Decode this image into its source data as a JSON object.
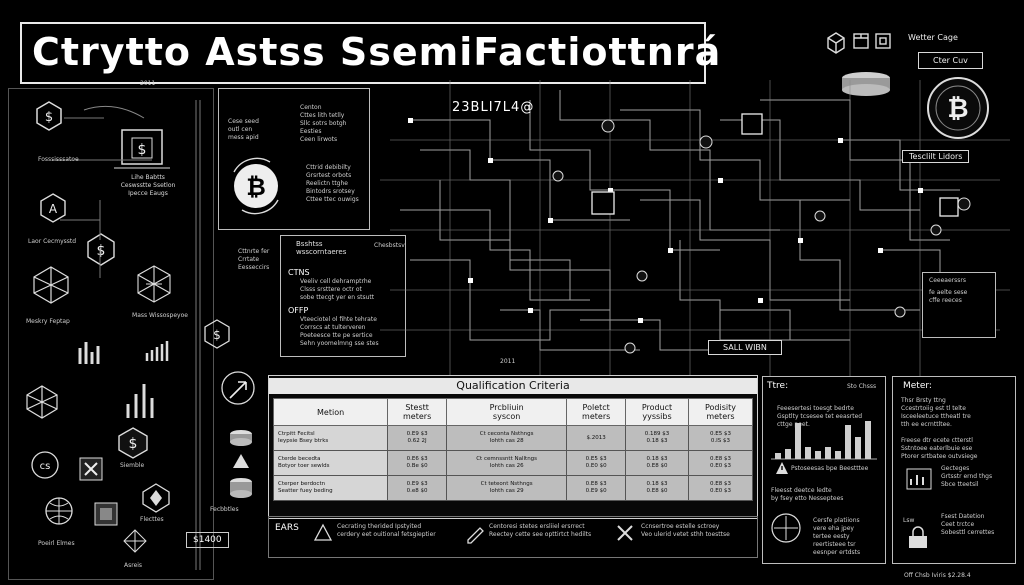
{
  "title": "Ctrytto Astss SsemiFactiottnrá",
  "top_right": {
    "label1": "Wetter Cage",
    "label2": "Cter Cuv"
  },
  "small_year": "2011",
  "center_year": "2011",
  "hash_label": "23BLI7L4@",
  "left_column": {
    "intro_label": "Fosssisssatoe",
    "box_text": [
      "Lihe Babtts",
      "Ceswsstte Ssetlon",
      "Ipecce Eaugs"
    ],
    "a_label": "Laor Cecmysstd",
    "money_label": "Meskry Feptap",
    "wasser_label": "Mass Wissospeyoe",
    "semble_label": "Siemble",
    "flacte_label": "Flecttes",
    "poeiri_label": "Poeirl Elmes",
    "asreis_label": "Asreis"
  },
  "info_box1": [
    "Centon",
    "Cttes lith tetlly",
    "Sllc sotrs botgh",
    "Eesties",
    "Ceen lirwots"
  ],
  "info_box1_left": [
    "Cese seed",
    "outl cen",
    "mess apid"
  ],
  "info_box2": [
    "Cttrid debibilty",
    "Grsrtest orbots",
    "Reelictn ttghe",
    "Bintodrs srotsey",
    "Cttee ttec ouwigs"
  ],
  "side_text": [
    "Cttnrte fer",
    "Crrtate",
    "Eesseccirs"
  ],
  "ctns_box": {
    "head": [
      "Bsshtss",
      "wsscorntaeres"
    ],
    "tag": "Chesbstsv",
    "ctns_title": "CTNS",
    "ctns_lines": [
      "Veeliv cell dehramptrhe",
      "Clsss srsttere octr ot",
      "sobe ttecgt yer en stsutt"
    ],
    "offp_title": "OFFP",
    "offp_lines": [
      "Vteeciotel ol fihte tehrate",
      "Corrscs at tulterveren",
      "Poeteesce tte pe sertice",
      "Sehn yoomelmng sse stes"
    ]
  },
  "circuit_labels": [
    "Tesclilt Lidors",
    "SALL WIBN"
  ],
  "criteria": {
    "title": "Qualification Criteria",
    "headers": [
      "Metion",
      "Stestt\nmeters",
      "Prcbliuin\nsyscon",
      "Poletct\nmeters",
      "Product\nyyssibs",
      "Podisity\nmeters"
    ],
    "rows": [
      [
        "Ctrpitt Fecitsl\nIeypsie Bsey btrks",
        "0.E9 $3\n0.62 2J",
        "Ct ceconta Nsthngs\nIohth cas 28",
        "$.2013",
        "0.189 $3\n0.18 $3",
        "0.E5 $3\n0.IS $3"
      ],
      [
        "Cterde becedta\nBotyor toer sewlds",
        "0.E6 $3\n0.Be $0",
        "Ct cemnssntt Nalltngs\nIohth cas 26",
        "0.E5 $3\n0.E0 $0",
        "0.18 $3\n0.E8 $0",
        "0.E8 $3\n0.E0 $3"
      ],
      [
        "Cterper berdoctn\nSeatter fuey beding",
        "0.E9 $3\n0.e8 $0",
        "Ct teteont Nsthngs\nIohth cas 29",
        "0.E8 $3\n0.E9 $0",
        "0.18 $3\n0.E8 $0",
        "0.E8 $3\n0.E0 $3"
      ]
    ]
  },
  "bottom_row": {
    "ears": "EARS",
    "items": [
      [
        "Cecrating therided Ipstyited",
        "cerdery eet ouitional fetsgieptier"
      ],
      [
        "Centoresi stetes ersliiel ersrrect",
        "Reectey cette see opttirtct hedilts"
      ],
      [
        "Ccnsertroe estelle sctroey",
        "Veo ulerid vetet sthh toesttse"
      ]
    ]
  },
  "bottom_left_value": "$1400",
  "trends_panel": {
    "title": "Ttre:",
    "tag": "Sto Chsss",
    "note": [
      "Feeesertesi toesgt bedrte",
      "Gsptlty tcsesee tet eeasrted",
      "cttge peet."
    ],
    "warn": "Pstoseesas bpe Beestttee",
    "foot": [
      "Fleesst deetce ledte",
      "by fsey etto Nesseptees"
    ],
    "chart": [
      0.15,
      0.25,
      0.9,
      0.3,
      0.2,
      0.3,
      0.2,
      0.85,
      0.55,
      0.95
    ]
  },
  "meter_panel": {
    "title": "Meter:",
    "text": [
      "Thsr Brsty ttng",
      "Ccestrtoiig est tl telte",
      "Isceeleetuce ttheatl tre",
      "tth ee ecrnttltee."
    ],
    "text2": [
      "Freese dtr ecete ctterstl",
      "Sstntoee eaterlbuie ese",
      "Ptorer srtbatee outvsiege"
    ],
    "list1": [
      "Gecteges",
      "Grtsstr ernd thgs",
      "Sbce tteetsil"
    ],
    "law": "Lsw",
    "list2": [
      "Fsest Datetion",
      "Ceet trctce",
      "Sobesttl cerrettes"
    ],
    "foot": "Off Chsb Iviris $2.28.4"
  },
  "left_panel_box": [
    "Fecbbtles",
    "Ceeeaerssrs",
    "fe aelte sese",
    "cffe reeces"
  ],
  "bottom_panel_mid": [
    "Cersfe platiions",
    "vere eha jpey",
    "tertee eesty",
    "reertisteee tsr",
    "eesnper ertdsts"
  ]
}
